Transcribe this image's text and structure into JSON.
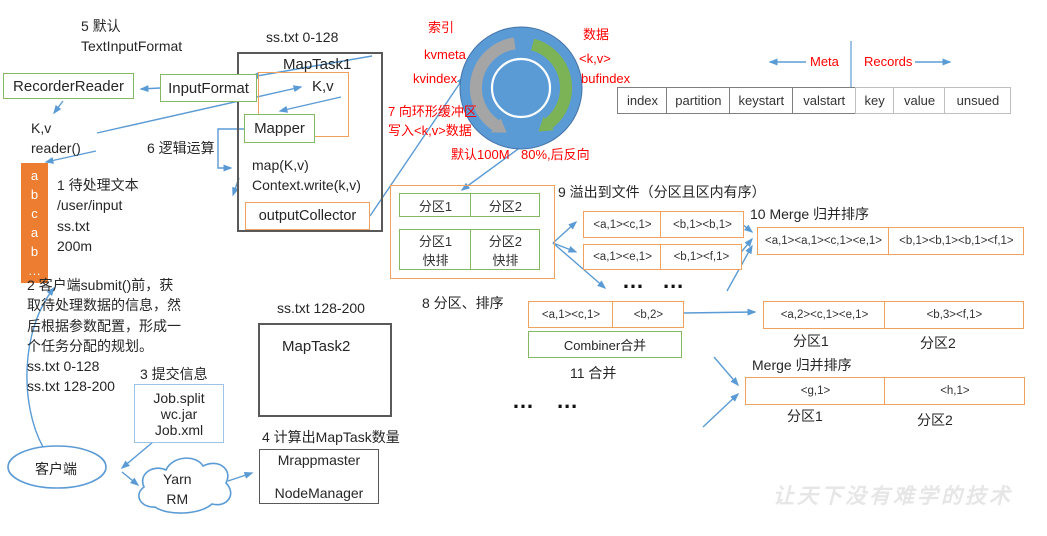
{
  "left": {
    "step5": "5 默认\nTextInputFormat",
    "recorder_reader": "RecorderReader",
    "input_format": "InputFormat",
    "kv_reader": "K,v\nreader()",
    "step6": "6 逻辑运算",
    "buffer_letters": [
      "a",
      "b",
      "c",
      "a",
      "b",
      "…"
    ],
    "step1": "1 待处理文本\n/user/input\nss.txt\n200m",
    "step2": "2 客户端submit()前，获\n取待处理数据的信息，然\n后根据参数配置，形成一\n个任务分配的规划。\nss.txt 0-128\nss.txt 128-200",
    "step3": "3 提交信息",
    "job_files": "Job.split\nwc.jar\nJob.xml",
    "client": "客户端",
    "yarn": "Yarn\nRM",
    "step4": "4 计算出MapTask数量",
    "appmaster": "Mrappmaster\n\nNodeManager"
  },
  "maptask1": {
    "split": "ss.txt 0-128",
    "title": "MapTask1",
    "kv": "K,v",
    "mapper": "Mapper",
    "map_fn": "map(K,v)\nContext.write(k,v)",
    "collector": "outputCollector"
  },
  "maptask2": {
    "split": "ss.txt 128-200",
    "title": "MapTask2"
  },
  "ring": {
    "index_group": "索引",
    "kvmeta": "kvmeta",
    "kvindex": "kvindex",
    "data_group": "数据",
    "kv_pair": "<k,v>",
    "bufindex": "bufindex",
    "step7": "7 向环形缓冲区\n写入<k,v>数据",
    "capacity": "默认100M",
    "threshold": "80%,后反向"
  },
  "meta_table": {
    "meta": "Meta",
    "records": "Records",
    "cells": [
      "index",
      "partition",
      "keystart",
      "valstart",
      "key",
      "value",
      "unsued"
    ]
  },
  "partition": {
    "step8": "8 分区、排序",
    "row1": [
      "分区1",
      "分区2"
    ],
    "row2": [
      "分区1\n快排",
      "分区2\n快排"
    ]
  },
  "spill": {
    "step9": "9 溢出到文件（分区且区内有序）",
    "file1": [
      "<a,1><c,1>",
      "<b,1><b,1>"
    ],
    "file2": [
      "<a,1><e,1>",
      "<b,1><f,1>"
    ],
    "dots": "… …"
  },
  "merge": {
    "step10": "10 Merge 归并排序",
    "row1": [
      "<a,1><a,1><c,1><e,1>",
      "<b,1><b,1><b,1><f,1>"
    ],
    "combine_input": [
      "<a,1><c,1>",
      "<b,2>"
    ],
    "combiner": "Combiner合并",
    "step11": "11 合并",
    "row2": [
      "<a,2><c,1><e,1>",
      "<b,3><f,1>"
    ],
    "p1a": "分区1",
    "p2a": "分区2",
    "merge_label": "Merge 归并排序",
    "row3": [
      "<g,1>",
      "<h,1>"
    ],
    "p1b": "分区1",
    "p2b": "分区2",
    "dots": "…   …"
  },
  "watermark": "让天下没有难学的技术"
}
